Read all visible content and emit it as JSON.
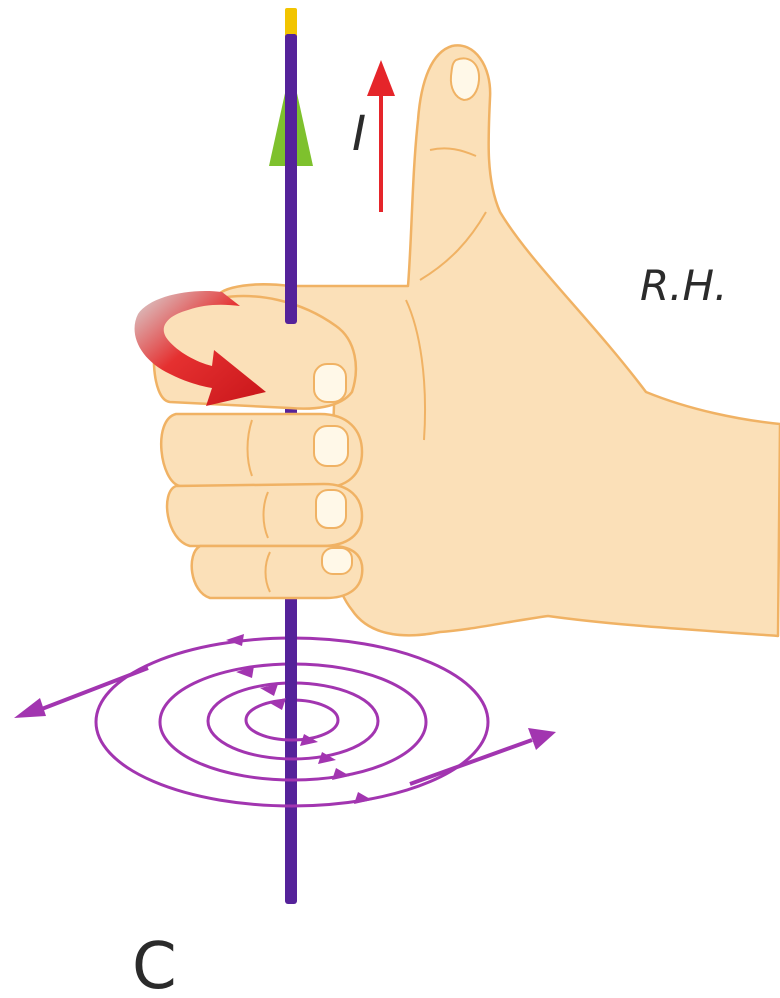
{
  "labels": {
    "current": "I",
    "hand": "R.H.",
    "panel": "C"
  },
  "colors": {
    "wire": "#55229a",
    "wire_tip": "#f2c400",
    "current_arrow_on_wire": "#7ec12d",
    "current_label_arrow": "#e5252a",
    "curl_arrow": "#e11d1d",
    "skin": "#fbe0b8",
    "skin_outline": "#f0b264",
    "field_lines": "#a235b0"
  },
  "icons": {
    "hand": "right-hand-icon",
    "curl": "curl-arrow-icon"
  }
}
